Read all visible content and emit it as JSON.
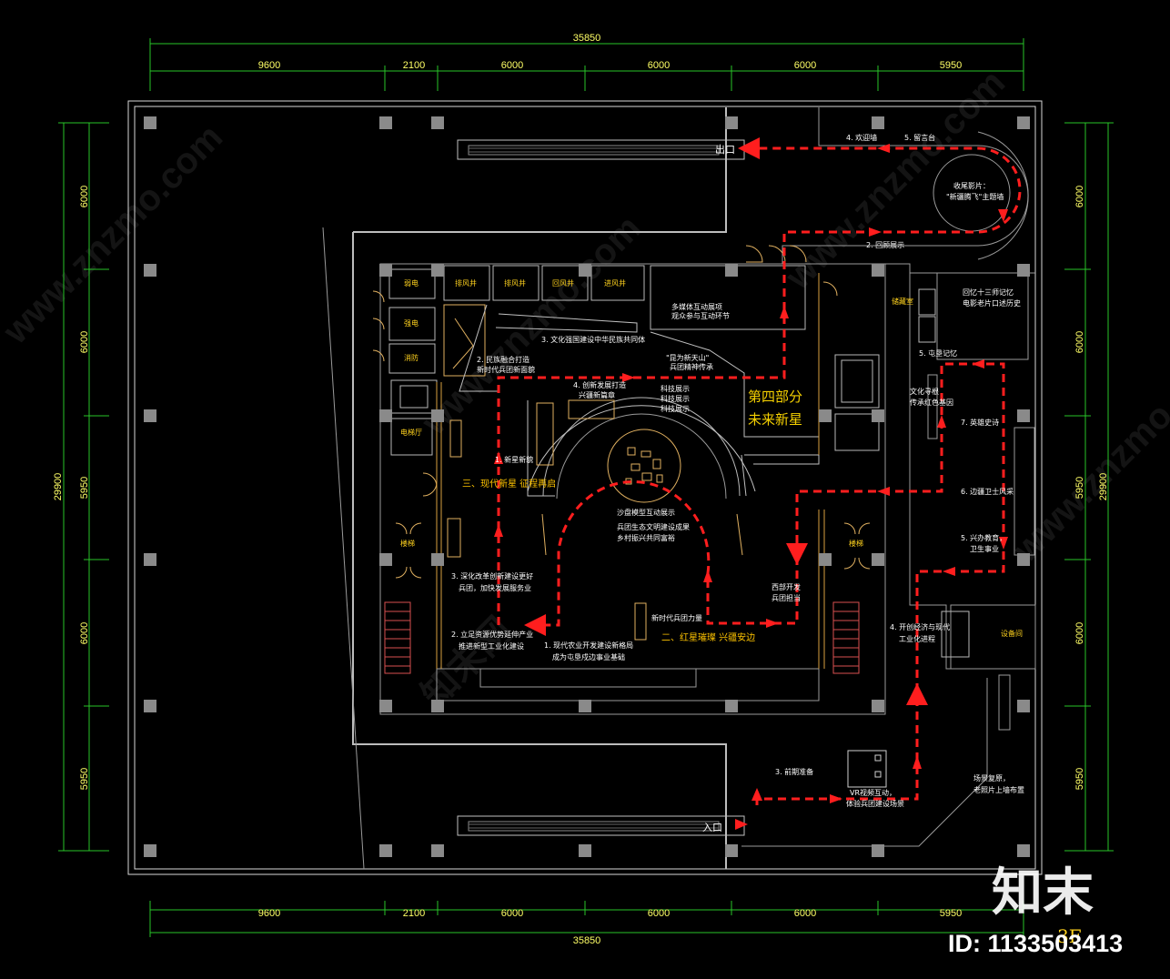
{
  "dims": {
    "total_width": "35850",
    "total_height": "29900",
    "top_segments": [
      "9600",
      "2100",
      "6000",
      "6000",
      "6000",
      "5950"
    ],
    "bottom_segments": [
      "9600",
      "2100",
      "6000",
      "6000",
      "6000",
      "5950"
    ],
    "left_segments": [
      "6000",
      "6000",
      "5950",
      "6000",
      "5950"
    ],
    "right_segments": [
      "6000",
      "6000",
      "5950",
      "6000",
      "5950"
    ]
  },
  "sections": {
    "part4_line1": "第四部分",
    "part4_line2": "未来新星",
    "part3": "三、现代新星 征程再启",
    "part2": "二、红星璀璨 兴疆安边"
  },
  "gates": {
    "exit": "出口",
    "entrance": "入口"
  },
  "rooms": {
    "elec1": "弱电",
    "elec2": "强电",
    "fire": "消防",
    "shaft1": "排风井",
    "shaft2": "排风井",
    "shaft3": "回风井",
    "shaft4": "进风井",
    "elevator_hall": "电梯厅",
    "stair1": "楼梯",
    "stair2": "楼梯",
    "equip": "设备间",
    "storage": "储藏室"
  },
  "labels": {
    "l_welcome": "4. 欢迎墙",
    "l_platform": "5. 留言台",
    "l_film": "收尾影片：",
    "l_film2": "\"新疆腾飞\"主题墙",
    "l_corridor": "2. 回顾展示",
    "l_history": "回忆十三师记忆",
    "l_history2": "电影老片口述历史",
    "l_multi": "多媒体互动展项",
    "l_multi2": "观众参与互动环节",
    "l_tianshan": "\"昆为新天山\"",
    "l_tianshan2": "兵团精神传承",
    "l_culture": "3. 文化强国建设中华民族共同体",
    "l_oasis": "2. 民族融合打造",
    "l_oasis2": "新时代兵团新面貌",
    "l_innov": "4. 创新发展打造",
    "l_innov2": "兴疆新篇章",
    "l_tech": "科技展示",
    "l_tech2": "科技展示",
    "l_tech3": "科技展示",
    "l_newlook": "1. 新星新貌",
    "l_sand": "沙盘模型互动展示",
    "l_sand2": "兵团生态文明建设成果",
    "l_sand3": "乡村振兴共同富裕",
    "l_west": "西部开发",
    "l_west2": "兵团担当",
    "l_reform": "3. 深化改革创新建设更好",
    "l_reform2": "兵团，加快发展服务业",
    "l_industry": "2. 立足资源优势延伸产业",
    "l_industry2": "推进新型工业化建设",
    "l_modern": "1. 现代农业开发建设新格局",
    "l_modern2": "成为屯垦戍边事业基础",
    "l_newera": "新时代兵团力量",
    "l_memory": "5. 屯垦记忆",
    "l_culture_right": "文化寻根",
    "l_culture_right2": "传承红色基因",
    "l_hero": "7. 英雄史诗",
    "l_frontier": "6. 边疆卫士风采",
    "l_rural": "5. 兴办教育，",
    "l_rural2": "卫生事业",
    "l_start": "4. 开创经济与现代",
    "l_start2": "工业化进程",
    "l_front": "3. 前期准备",
    "l_ai": "VR视频互动，",
    "l_ai2": "体验兵团建设场景",
    "l_scene": "场景复原，",
    "l_scene2": "老照片上墙布置"
  },
  "floor": "3F",
  "watermark": {
    "logo": "知末",
    "id": "ID: 1133503413",
    "diag": "www.znzmo.com",
    "diag2": "知末网"
  }
}
